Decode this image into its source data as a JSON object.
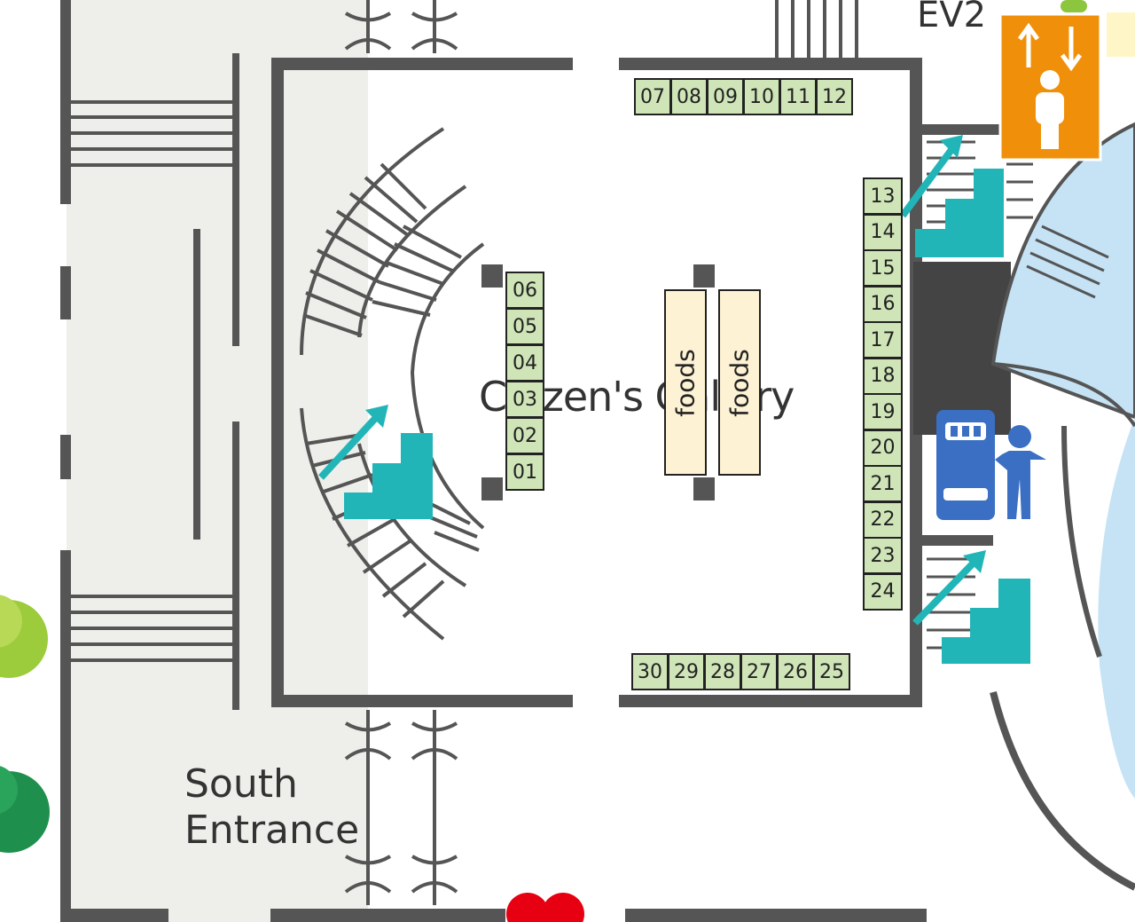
{
  "map": {
    "gallery_label": "Citizen's Gallery",
    "entrance_label_line1": "South",
    "entrance_label_line2": "Entrance",
    "elevator_label": "EV2",
    "food_stall_label": "foods"
  },
  "booths": {
    "top": [
      "07",
      "08",
      "09",
      "10",
      "11",
      "12"
    ],
    "left": [
      "06",
      "05",
      "04",
      "03",
      "02",
      "01"
    ],
    "right": [
      "13",
      "14",
      "15",
      "16",
      "17",
      "18",
      "19",
      "20",
      "21",
      "22",
      "23",
      "24"
    ],
    "bottom": [
      "30",
      "29",
      "28",
      "27",
      "26",
      "25"
    ]
  },
  "colors": {
    "booth_fill": "#cfe5b8",
    "food_fill": "#fdf2d3",
    "stairs": "#22b5b8",
    "elevator": "#f0900a",
    "walls": "#555555",
    "corridor": "#eeeeea",
    "water": "#c5e3f5"
  },
  "icons": [
    "elevator-icon",
    "stairs-icon",
    "ticket-machine-icon",
    "person-icon",
    "tree-icon"
  ]
}
